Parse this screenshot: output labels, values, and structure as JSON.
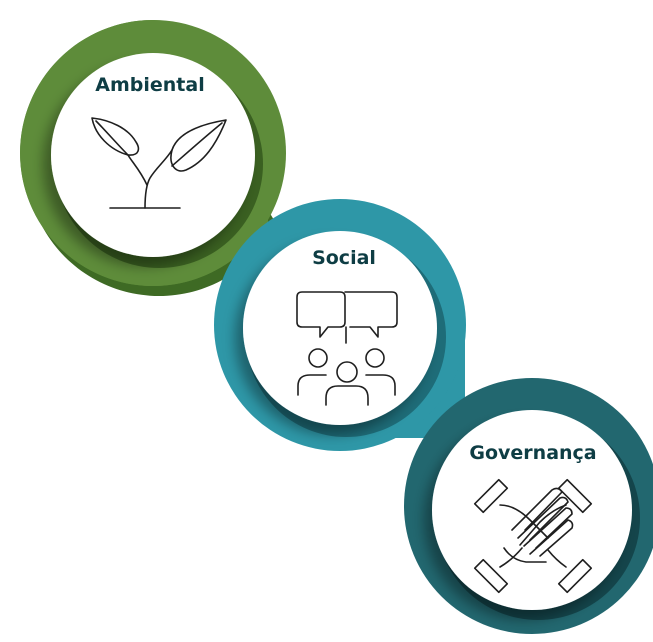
{
  "pillars": [
    {
      "label": "Ambiental",
      "icon": "plant-sprout-icon",
      "color": "#5e8c3a",
      "shadow": "#3e6a24"
    },
    {
      "label": "Social",
      "icon": "people-discussion-icon",
      "color": "#2e97a7",
      "shadow": "#1d6f7a"
    },
    {
      "label": "Governança",
      "icon": "joined-hands-icon",
      "color": "#22676f",
      "shadow": "#144a50"
    }
  ]
}
